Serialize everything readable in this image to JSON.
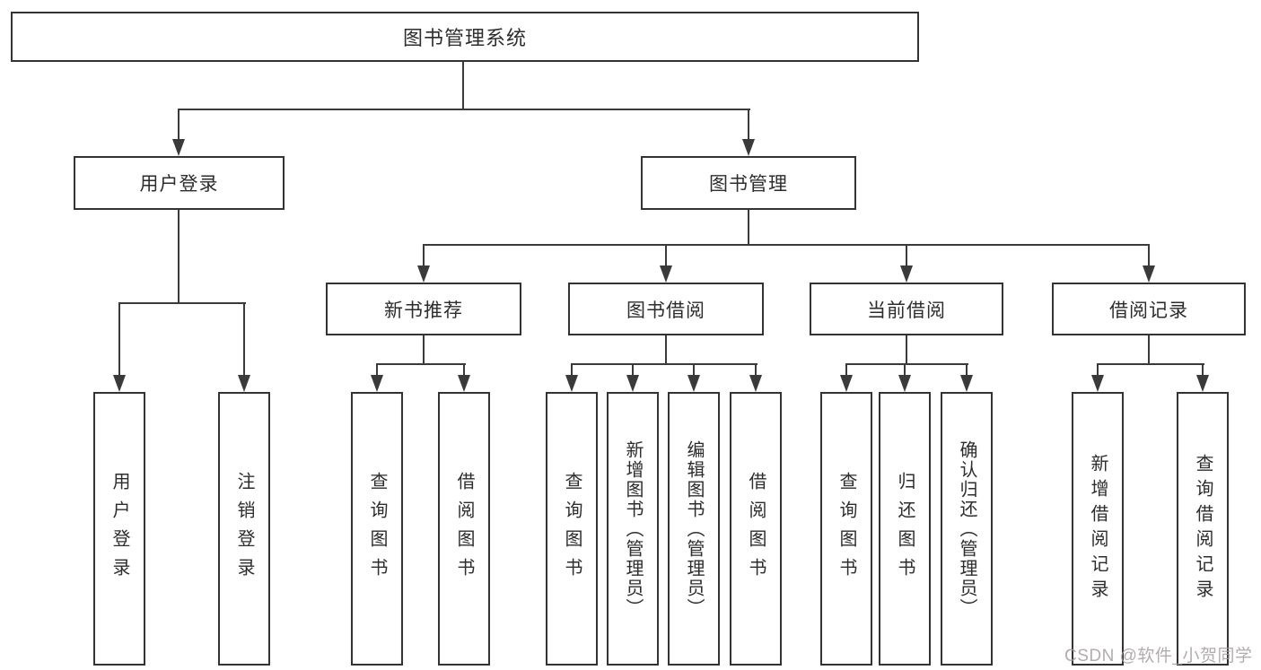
{
  "tree": {
    "label": "图书管理系统",
    "children": [
      {
        "label": "用户登录",
        "children": [
          {
            "label": "用户登录"
          },
          {
            "label": "注销登录"
          }
        ]
      },
      {
        "label": "图书管理",
        "children": [
          {
            "label": "新书推荐",
            "children": [
              {
                "label": "查询图书"
              },
              {
                "label": "借阅图书"
              }
            ]
          },
          {
            "label": "图书借阅",
            "children": [
              {
                "label": "查询图书"
              },
              {
                "label": "新增图书（管理员）"
              },
              {
                "label": "编辑图书（管理员）"
              },
              {
                "label": "借阅图书"
              }
            ]
          },
          {
            "label": "当前借阅",
            "children": [
              {
                "label": "查询图书"
              },
              {
                "label": "归还图书"
              },
              {
                "label": "确认归还（管理员）"
              }
            ]
          },
          {
            "label": "借阅记录",
            "children": [
              {
                "label": "新增借阅记录"
              },
              {
                "label": "查询借阅记录"
              }
            ]
          }
        ]
      }
    ]
  },
  "watermark": {
    "text": "CSDN @软件_小贺同学"
  },
  "colors": {
    "background": "#ffffff",
    "box_fill": "#ffffff",
    "box_border": "#333333",
    "line": "#3a3a3a",
    "text": "#2d2d2d",
    "watermark": "#a49e9e"
  }
}
